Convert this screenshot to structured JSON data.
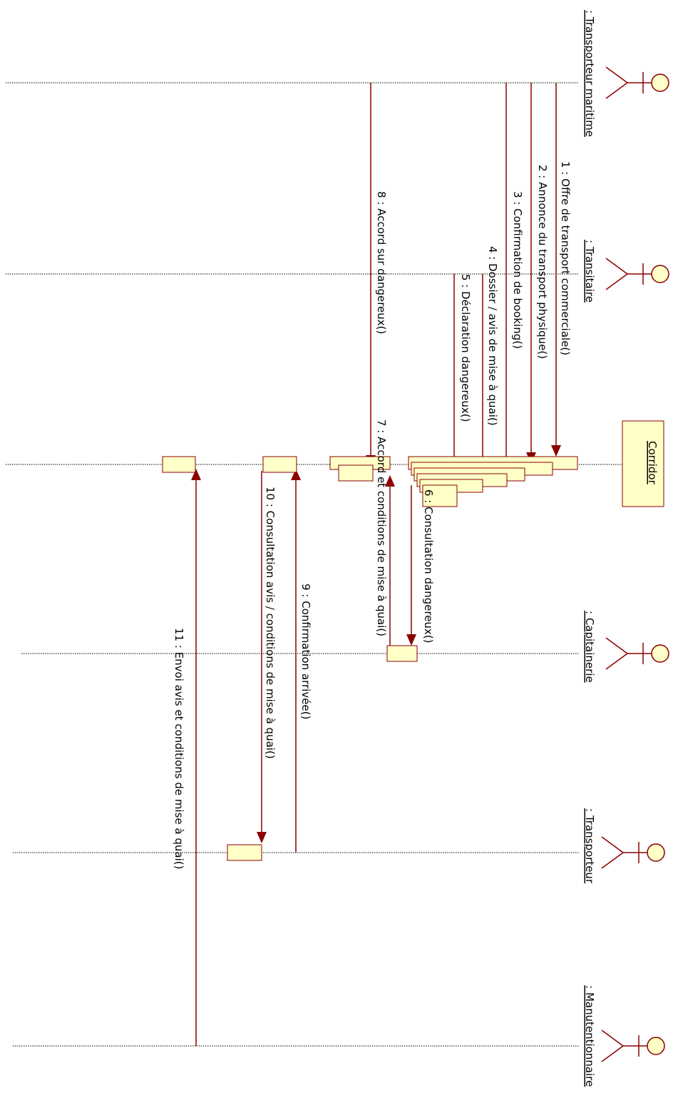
{
  "lifelines": [
    {
      "id": "transporteur-maritime",
      "name": ": Transporteur maritime",
      "kind": "actor"
    },
    {
      "id": "transitaire",
      "name": ": Transitaire",
      "kind": "actor"
    },
    {
      "id": "corridor",
      "name": "Corridor",
      "kind": "object"
    },
    {
      "id": "capitainerie",
      "name": ": Capitainerie",
      "kind": "actor"
    },
    {
      "id": "transporteur",
      "name": ": Transporteur",
      "kind": "actor"
    },
    {
      "id": "manutentionnaire",
      "name": ": Manutentionnaire",
      "kind": "actor"
    }
  ],
  "messages": [
    {
      "label": "1 : Offre de transport commerciale()",
      "from": "transporteur-maritime",
      "to": "corridor"
    },
    {
      "label": "2 : Annonce du transport physique()",
      "from": "transporteur-maritime",
      "to": "corridor"
    },
    {
      "label": "3 : Confirmation de booking()",
      "from": "transporteur-maritime",
      "to": "corridor"
    },
    {
      "label": "4 : Dossier / avis de mise à quai()",
      "from": "transitaire",
      "to": "corridor"
    },
    {
      "label": "5 : Déclaration dangereux()",
      "from": "transitaire",
      "to": "corridor"
    },
    {
      "label": "6 : Consultation dangereux()",
      "from": "corridor",
      "to": "capitainerie"
    },
    {
      "label": "7 : Accord et conditions de mise à quai()",
      "from": "capitainerie",
      "to": "corridor"
    },
    {
      "label": "8 : Accord sur dangereux()",
      "from": "transporteur-maritime",
      "to": "corridor"
    },
    {
      "label": "9 : Confirmation arrivée()",
      "from": "transporteur",
      "to": "corridor"
    },
    {
      "label": "10 : Consultation avis / conditions de mise à quai()",
      "from": "corridor",
      "to": "transporteur"
    },
    {
      "label": "11 : Envoi avis et conditions de mise à quai()",
      "from": "manutentionnaire",
      "to": "corridor"
    }
  ]
}
